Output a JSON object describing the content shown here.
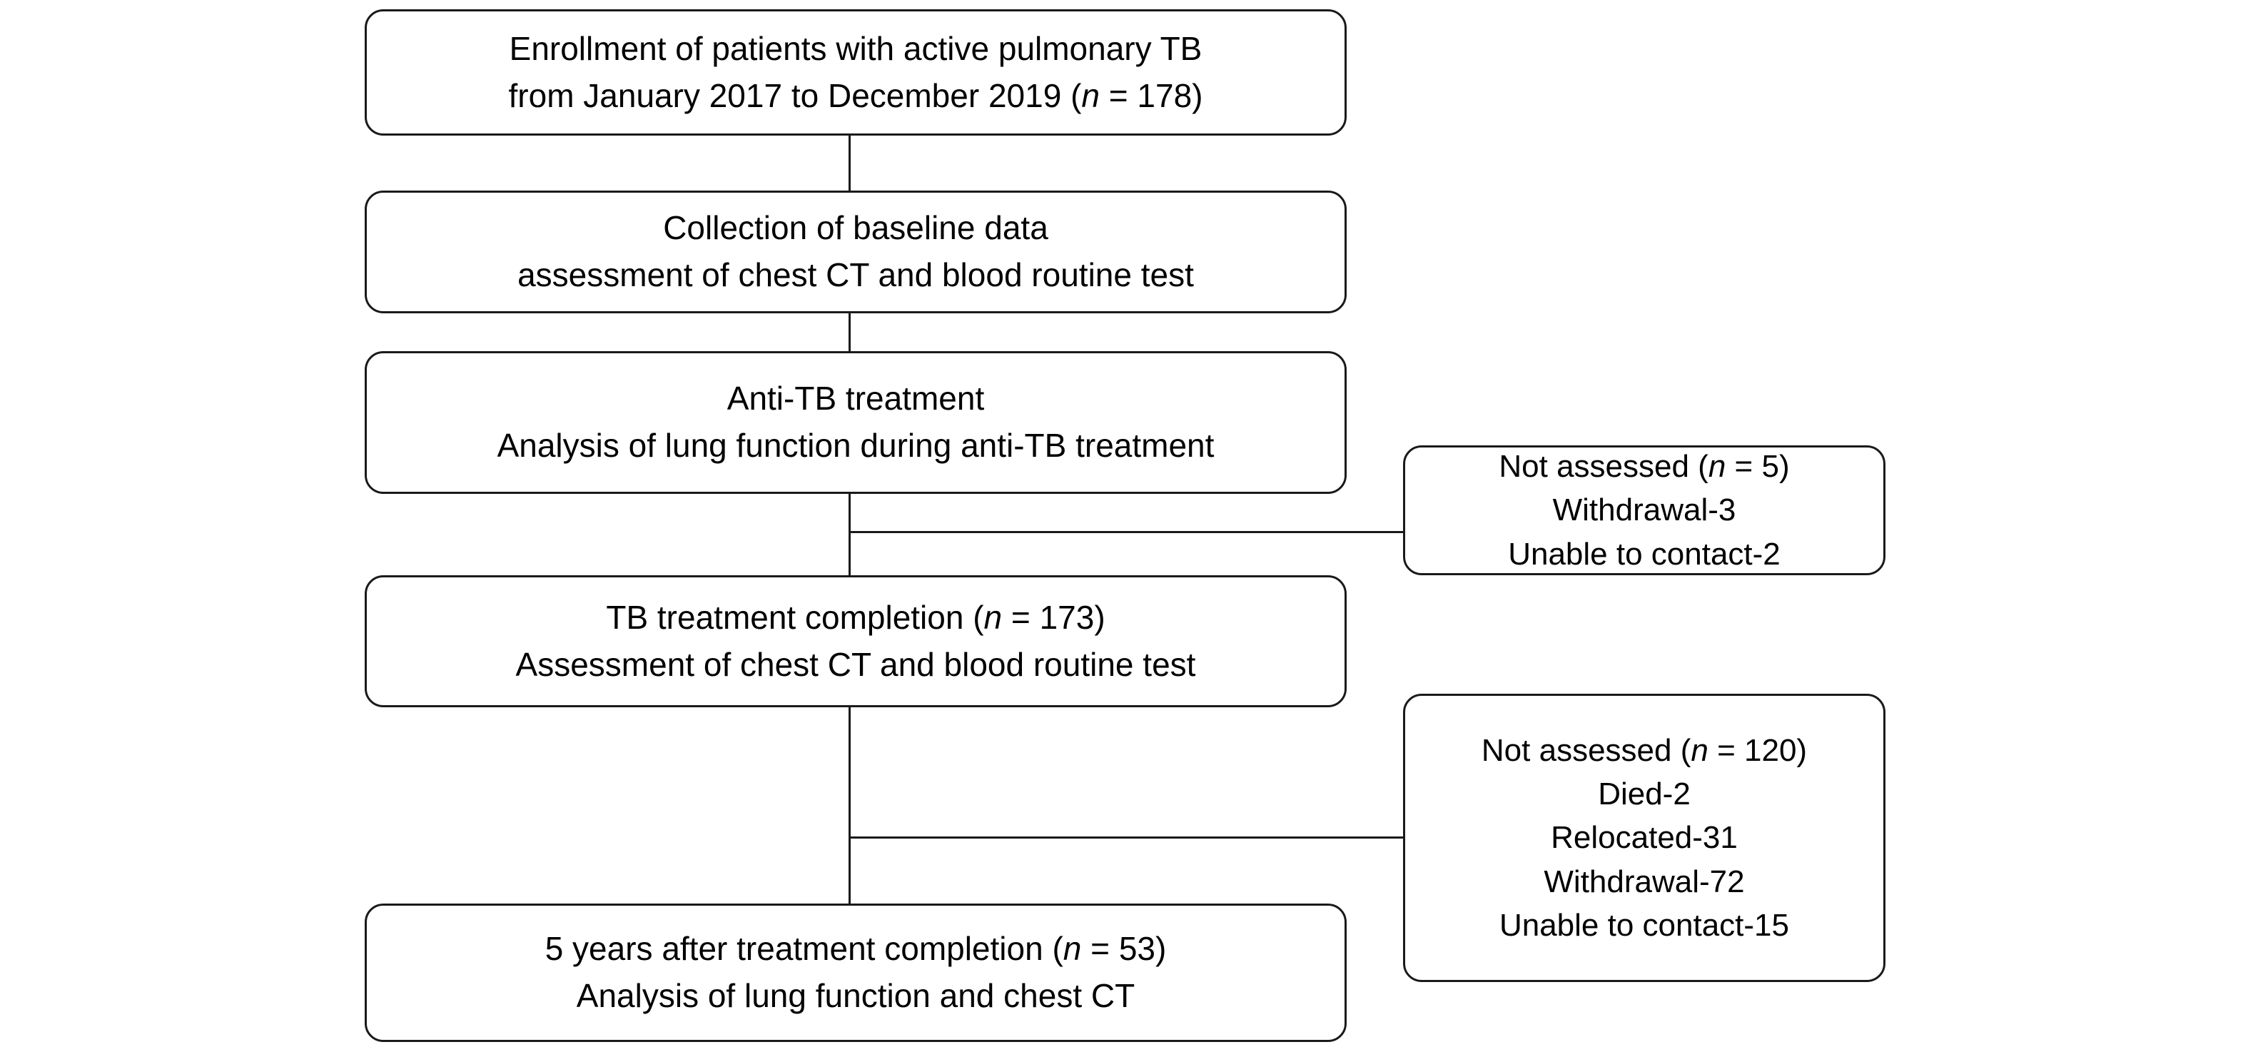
{
  "diagram": {
    "title": "TB patient enrollment and follow-up flow diagram",
    "type": "flowchart",
    "stroke_color": "#1a1a1a",
    "background_color": "#ffffff",
    "main_nodes": [
      {
        "id": "enrollment",
        "lines": [
          {
            "text": "Enrollment of patients with active pulmonary TB"
          },
          {
            "pre": "from January 2017 to December 2019 (",
            "ital": "n",
            "post": " = 178)"
          }
        ],
        "n": 178
      },
      {
        "id": "baseline",
        "lines": [
          {
            "text": "Collection of baseline data"
          },
          {
            "text": "assessment of chest CT and blood routine test"
          }
        ]
      },
      {
        "id": "treatment",
        "lines": [
          {
            "text": "Anti-TB treatment"
          },
          {
            "text": "Analysis of lung function during anti-TB treatment"
          }
        ]
      },
      {
        "id": "completion",
        "lines": [
          {
            "pre": "TB treatment completion (",
            "ital": "n",
            "post": " = 173)"
          },
          {
            "text": "Assessment of chest CT and blood routine test"
          }
        ],
        "n": 173
      },
      {
        "id": "five-year",
        "lines": [
          {
            "pre": "5 years after treatment completion (",
            "ital": "n",
            "post": " = 53)"
          },
          {
            "text": "Analysis of lung function and chest CT"
          }
        ],
        "n": 53
      }
    ],
    "side_nodes": [
      {
        "id": "exclusion-1",
        "lines": [
          {
            "pre": "Not assessed (",
            "ital": "n",
            "post": " = 5)"
          },
          {
            "text": "Withdrawal-3"
          },
          {
            "text": "Unable to contact-2"
          }
        ],
        "n": 5,
        "reasons": [
          {
            "label": "Withdrawal",
            "count": 3
          },
          {
            "label": "Unable to contact",
            "count": 2
          }
        ]
      },
      {
        "id": "exclusion-2",
        "lines": [
          {
            "pre": "Not assessed (",
            "ital": "n",
            "post": " = 120)"
          },
          {
            "text": "Died-2"
          },
          {
            "text": "Relocated-31"
          },
          {
            "text": "Withdrawal-72"
          },
          {
            "text": "Unable to contact-15"
          }
        ],
        "n": 120,
        "reasons": [
          {
            "label": "Died",
            "count": 2
          },
          {
            "label": "Relocated",
            "count": 31
          },
          {
            "label": "Withdrawal",
            "count": 72
          },
          {
            "label": "Unable to contact",
            "count": 15
          }
        ]
      }
    ]
  }
}
